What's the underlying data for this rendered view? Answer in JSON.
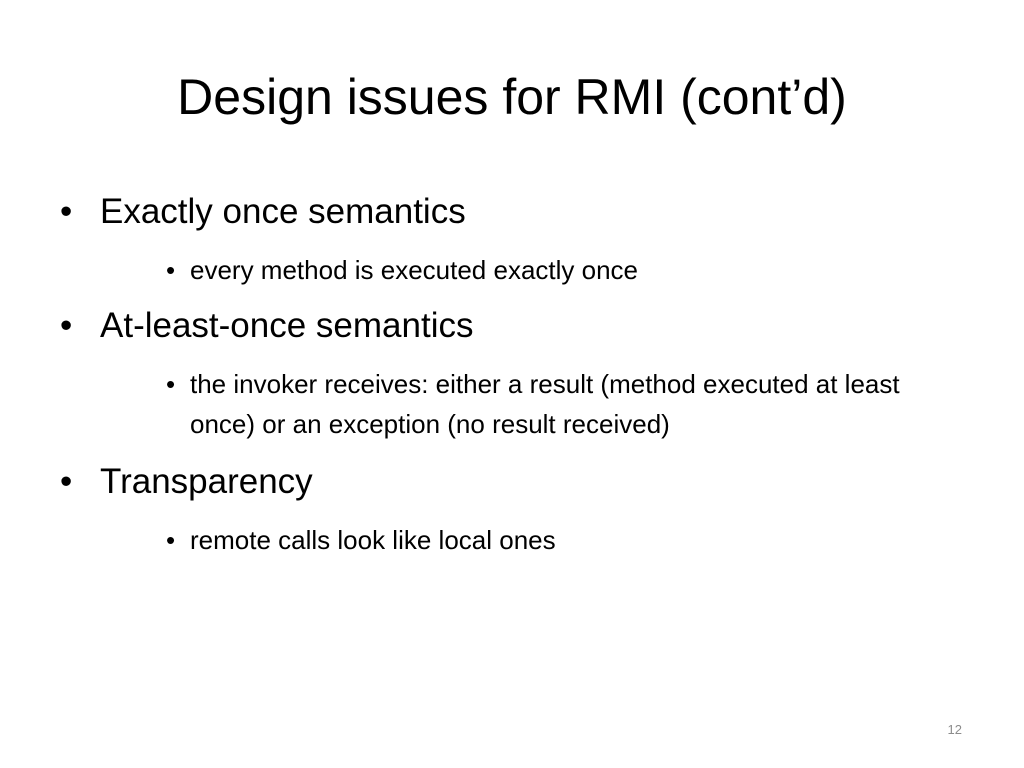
{
  "slide": {
    "title": "Design issues for RMI (cont’d)",
    "bullets": [
      {
        "text": "Exactly once semantics",
        "sub": [
          "every method is executed exactly once"
        ]
      },
      {
        "text": "At-least-once semantics",
        "sub": [
          "the invoker receives: either a result (method executed at least once) or an exception (no result received)"
        ]
      },
      {
        "text": "Transparency",
        "sub": [
          "remote calls look like local ones"
        ]
      }
    ],
    "bullet_char": "•",
    "page_number": "12"
  }
}
